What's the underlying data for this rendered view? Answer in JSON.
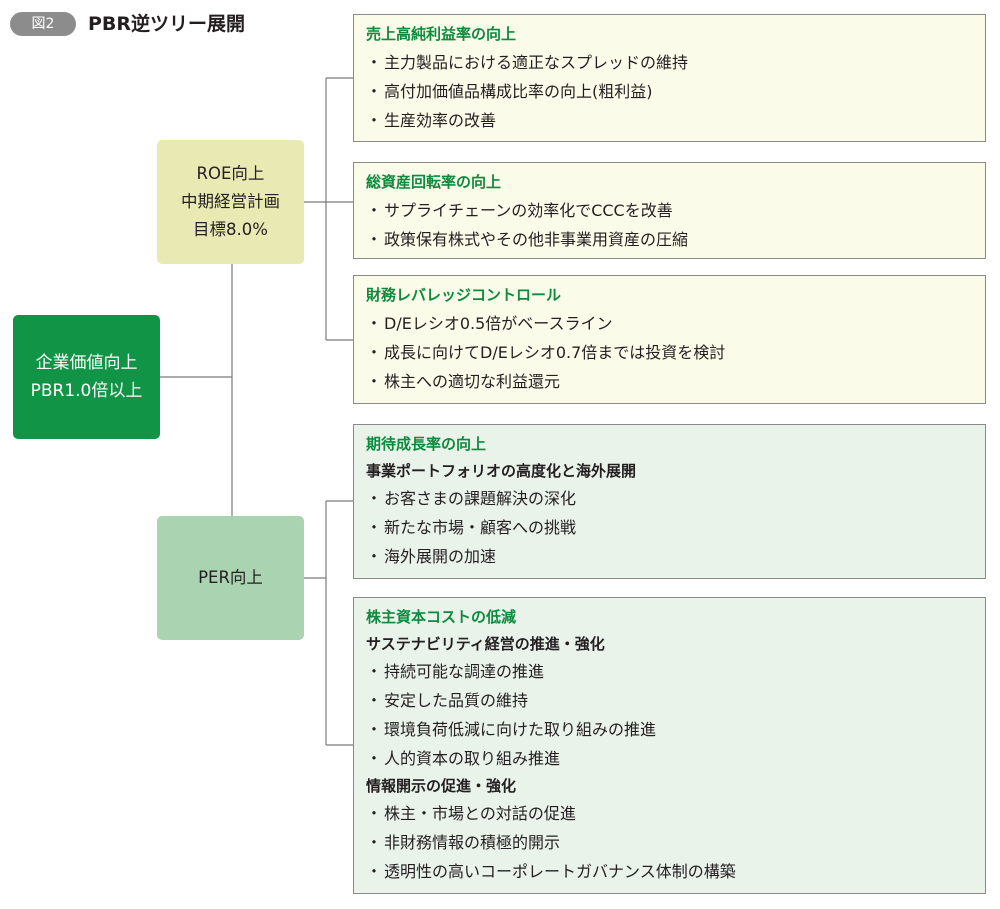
{
  "figure": {
    "badge": "図2",
    "title": "PBR逆ツリー展開"
  },
  "root": {
    "line1": "企業価値向上",
    "line2": "PBR1.0倍以上",
    "color": "#119446"
  },
  "roe": {
    "line1": "ROE向上",
    "line2": "中期経営計画",
    "line3": "目標8.0%",
    "color": "#e8e9b3"
  },
  "per": {
    "line1": "PER向上",
    "color": "#a9d3b1"
  },
  "boxes": [
    {
      "heading": "売上高純利益率の向上",
      "items": [
        "主力製品における適正なスプレッドの維持",
        "高付加価値品構成比率の向上(粗利益)",
        "生産効率の改善"
      ]
    },
    {
      "heading": "総資産回転率の向上",
      "items": [
        "サプライチェーンの効率化でCCCを改善",
        "政策保有株式やその他非事業用資産の圧縮"
      ]
    },
    {
      "heading": "財務レバレッジコントロール",
      "items": [
        "D/Eレシオ0.5倍がベースライン",
        "成長に向けてD/Eレシオ0.7倍までは投資を検討",
        "株主への適切な利益還元"
      ]
    },
    {
      "heading": "期待成長率の向上",
      "subheading": "事業ポートフォリオの高度化と海外展開",
      "items": [
        "お客さまの課題解決の深化",
        "新たな市場・顧客への挑戦",
        "海外展開の加速"
      ]
    },
    {
      "heading": "株主資本コストの低減",
      "subheading": "サステナビリティ経営の推進・強化",
      "items": [
        "持続可能な調達の推進",
        "安定した品質の維持",
        "環境負荷低減に向けた取り組みの推進",
        "人的資本の取り組み推進"
      ],
      "subheading2": "情報開示の促進・強化",
      "items2": [
        "株主・市場との対話の促進",
        "非財務情報の積極的開示",
        "透明性の高いコーポレートガバナンス体制の構築"
      ]
    }
  ],
  "colors": {
    "heading_green": "#0d8a3e",
    "box_yellow": "#fbfbe9",
    "box_green": "#e9f3ea",
    "badge_gray": "#8c8c8c"
  }
}
